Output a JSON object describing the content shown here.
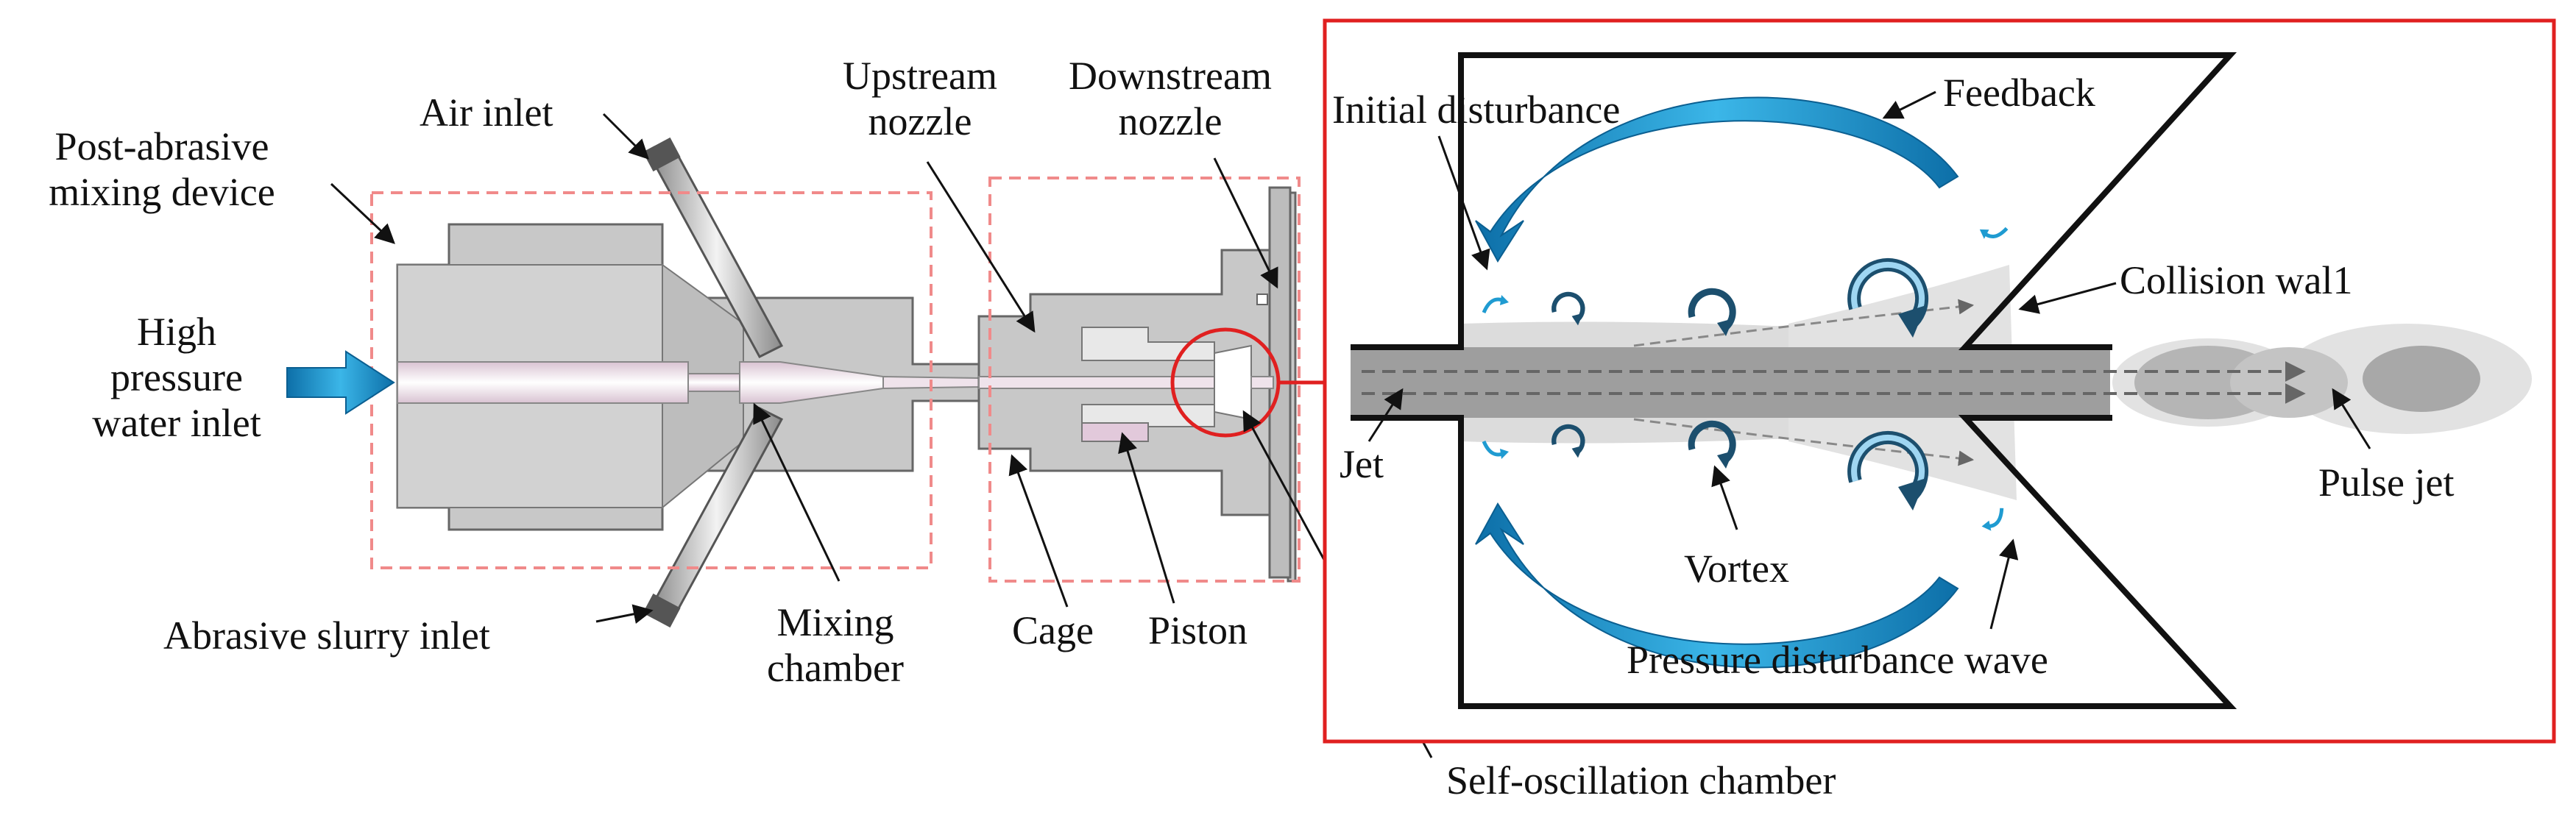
{
  "labels": {
    "post_abrasive": [
      "Post-abrasive",
      "mixing device"
    ],
    "air_inlet": "Air inlet",
    "high_pressure": [
      "High",
      "pressure",
      "water inlet"
    ],
    "abrasive_slurry_inlet": "Abrasive slurry inlet",
    "mixing_chamber": [
      "Mixing",
      "chamber"
    ],
    "upstream_nozzle": [
      "Upstream",
      "nozzle"
    ],
    "downstream_nozzle": [
      "Downstream",
      "nozzle"
    ],
    "cage": "Cage",
    "piston": "Piston",
    "self_oscillation": "Self-oscillation  chamber",
    "initial_disturbance": "Initial disturbance",
    "feedback": "Feedback",
    "collision_wall": "Collision wal1",
    "jet": "Jet",
    "pulse_jet": "Pulse jet",
    "vortex": "Vortex",
    "pressure_wave": "Pressure disturbance wave"
  },
  "colors": {
    "body_gray": "#c8c8c8",
    "flow_channel": "#ead7e3",
    "arrow_blue": "#1f9bd1",
    "highlight_red": "#e02020",
    "dash_pink": "#f08a8a",
    "vortex_dark": "#1c4f6e"
  }
}
